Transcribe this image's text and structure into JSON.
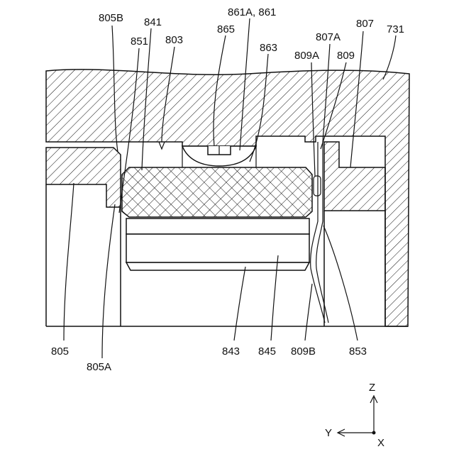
{
  "figure": {
    "labels": {
      "l805B": "805B",
      "l841": "841",
      "l861": "861A, 861",
      "l807": "807",
      "l731": "731",
      "l851": "851",
      "l803": "803",
      "l865": "865",
      "l807A": "807A",
      "l863": "863",
      "l809A": "809A",
      "l809": "809",
      "l805": "805",
      "l805A": "805A",
      "l843": "843",
      "l845": "845",
      "l809B": "809B",
      "l853": "853"
    },
    "axes": {
      "z": "Z",
      "y": "Y",
      "x": "X"
    }
  }
}
